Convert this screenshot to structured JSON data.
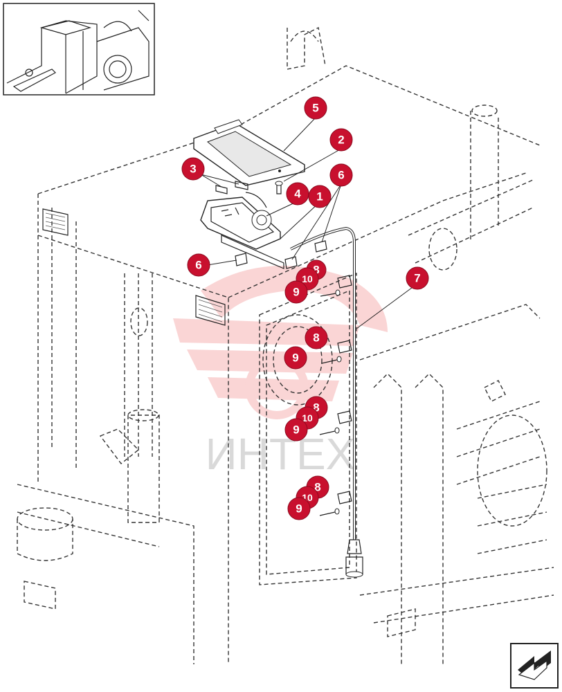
{
  "callouts": [
    {
      "id": "c5",
      "label": "5"
    },
    {
      "id": "c2",
      "label": "2"
    },
    {
      "id": "c3",
      "label": "3"
    },
    {
      "id": "c4",
      "label": "4"
    },
    {
      "id": "c1",
      "label": "1"
    },
    {
      "id": "c6a",
      "label": "6"
    },
    {
      "id": "c6b",
      "label": "6"
    },
    {
      "id": "c7",
      "label": "7"
    },
    {
      "id": "c8a",
      "label": "8"
    },
    {
      "id": "c10a",
      "label": "10"
    },
    {
      "id": "c9a",
      "label": "9"
    },
    {
      "id": "c8b",
      "label": "8"
    },
    {
      "id": "c9b",
      "label": "9"
    },
    {
      "id": "c8c",
      "label": "8"
    },
    {
      "id": "c10c",
      "label": "10"
    },
    {
      "id": "c9c",
      "label": "9"
    },
    {
      "id": "c8d",
      "label": "8"
    },
    {
      "id": "c10d",
      "label": "10"
    },
    {
      "id": "c9d",
      "label": "9"
    }
  ],
  "watermark": {
    "text": "ИНТЕХ"
  },
  "colors": {
    "callout": "#c8102e",
    "watermark_logo": "#f4a3a3",
    "line": "#333333"
  },
  "icons": {
    "nav_button": "next-page-arrow-icon",
    "thumbnail": "machine-location-thumbnail"
  }
}
